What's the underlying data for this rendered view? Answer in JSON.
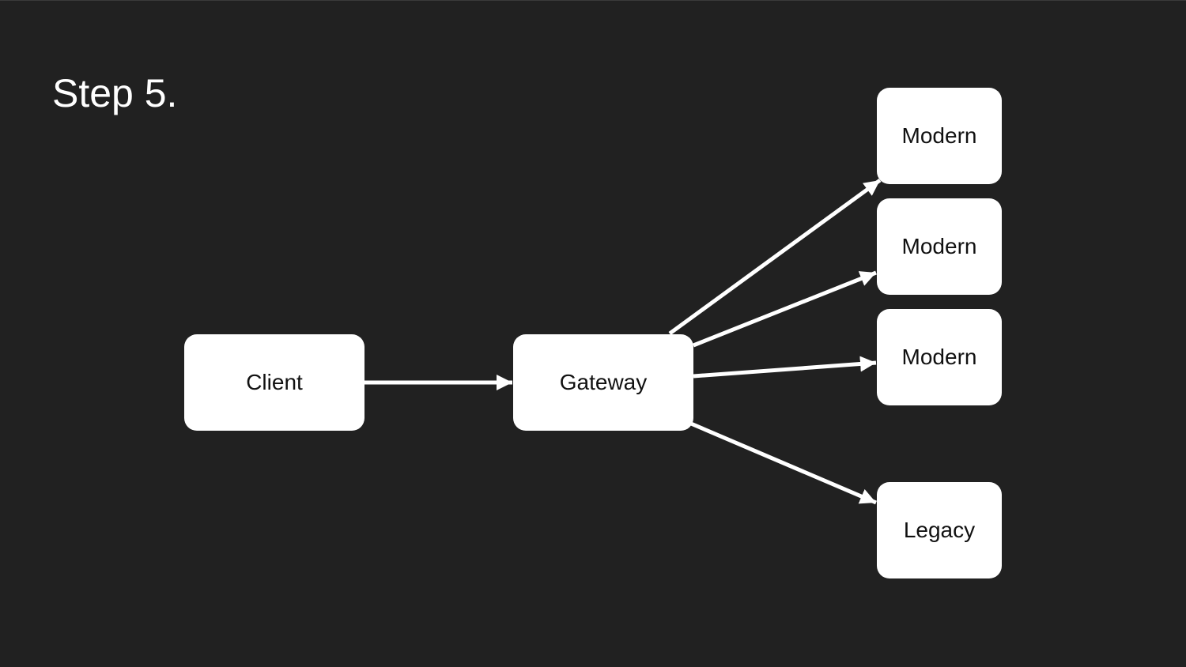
{
  "slide": {
    "title": "Step 5."
  },
  "diagram": {
    "nodes": {
      "client": "Client",
      "gateway": "Gateway",
      "modern1": "Modern",
      "modern2": "Modern",
      "modern3": "Modern",
      "legacy": "Legacy"
    },
    "edges": [
      {
        "from": "client",
        "to": "gateway"
      },
      {
        "from": "gateway",
        "to": "modern1"
      },
      {
        "from": "gateway",
        "to": "modern2"
      },
      {
        "from": "gateway",
        "to": "modern3"
      },
      {
        "from": "gateway",
        "to": "legacy"
      }
    ]
  },
  "colors": {
    "background": "#212121",
    "node_fill": "#ffffff",
    "edge": "#ffffff",
    "node_text": "#111111",
    "title_text": "#ffffff"
  }
}
